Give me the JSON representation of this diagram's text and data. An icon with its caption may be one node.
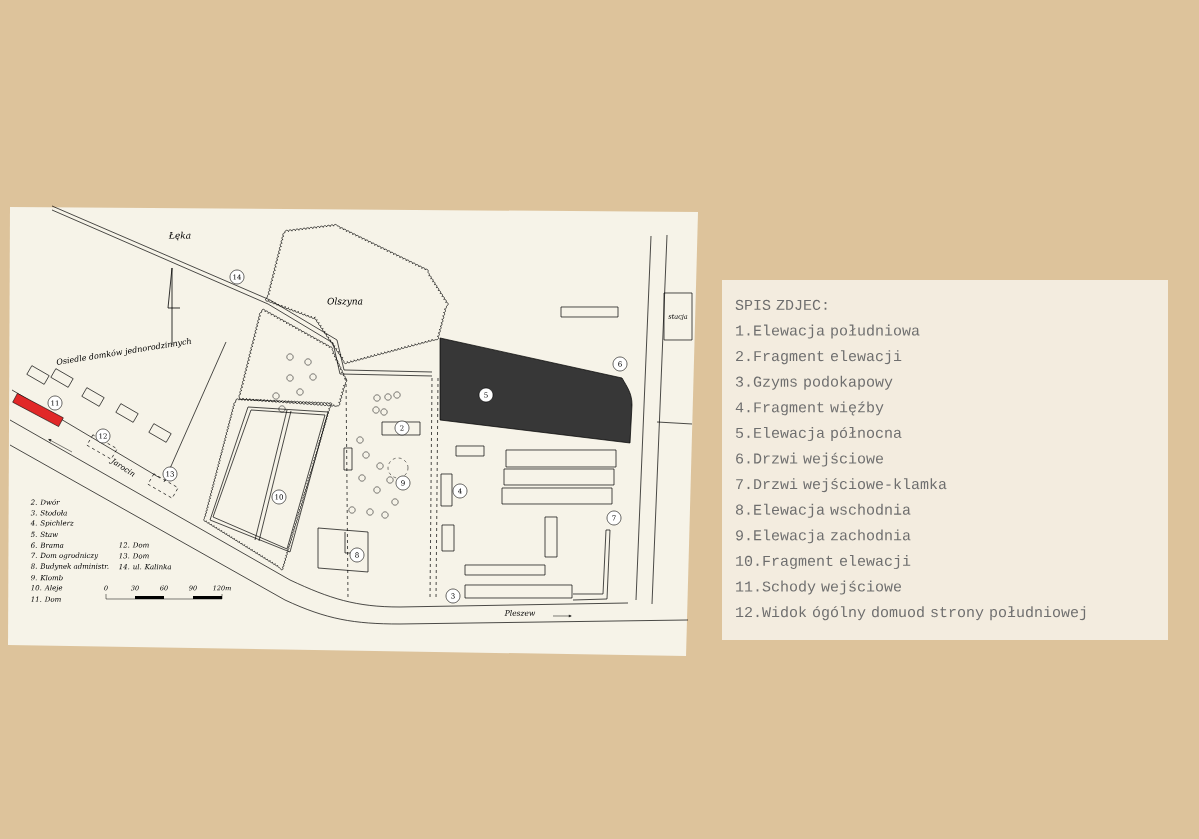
{
  "diagram": {
    "nodes": [
      {
        "text": [
          "14"
        ]
      },
      {
        "text": [
          "stacja"
        ]
      },
      {
        "text": [
          "6"
        ]
      },
      {
        "text": [
          "5"
        ]
      },
      {
        "text": [
          "2"
        ]
      },
      {
        "text": [
          "11"
        ]
      },
      {
        "text": [
          "12"
        ]
      },
      {
        "text": [
          "9"
        ]
      },
      {
        "text": [
          "4"
        ]
      },
      {
        "text": [
          "13"
        ]
      },
      {
        "text": [
          "10"
        ]
      },
      {
        "text": [
          "7"
        ]
      },
      {
        "text": [
          "8"
        ]
      },
      {
        "text": [
          "3"
        ]
      },
      {
        "text": [
          "SPIS ZDJEC:",
          "1.Elewacja południowa",
          "2.Fragment elewacji",
          "3.Gzyms podokapowy",
          "4.Fragment więźby",
          "5.Elewacja północna",
          "6.Drzwi wejściowe",
          "7.Drzwi wejściowe-klamka",
          "8.Elewacja wschodnia",
          "9.Elewacja zachodnia",
          "10.Fragment elewacji",
          "11.Schody wejściowe",
          "12.Widok ógólny domuod strony południowej"
        ]
      }
    ],
    "labels": [
      "Łęka",
      "Olszyna",
      "Osiedle domków jednorodzinnych",
      "Jarocin",
      "0",
      "30",
      "60",
      "90",
      "120m",
      "2. Dwór",
      "3. Stodoła",
      "4. Spichlerz",
      "5. Staw",
      "6. Brama",
      "7. Dom ogrodniczy",
      "8. Budynek administr.",
      "9. Klomb",
      "10. Aleje",
      "11. Dom",
      "12. Dom",
      "13. Dom",
      "14. ul. Kalinka",
      "Pleszew"
    ]
  }
}
